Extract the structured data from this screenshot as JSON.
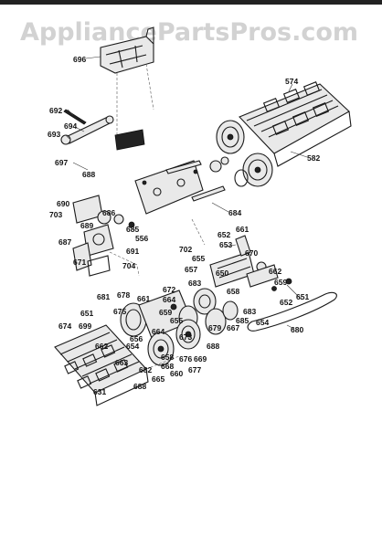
{
  "watermark": "AppliancePartsPros.com",
  "labels": {
    "l696": "696",
    "l574": "574",
    "l692": "692",
    "l694": "694",
    "l693": "693",
    "l697": "697",
    "l688a": "688",
    "l582": "582",
    "l690": "690",
    "l703": "703",
    "l686": "686",
    "l689": "689",
    "l685": "685",
    "l556": "556",
    "l684": "684",
    "l687": "687",
    "l691": "691",
    "l671": "671",
    "l704": "704",
    "l702": "702",
    "l652a": "652",
    "l661a": "661",
    "l653": "653",
    "l670": "670",
    "l655a": "655",
    "l657": "657",
    "l662a": "662",
    "l650": "650",
    "l659a": "659",
    "l652b": "652",
    "l651": "651",
    "l681": "681",
    "l678": "678",
    "l661b": "661",
    "l672": "672",
    "l664a": "664",
    "l683a": "683",
    "l659b": "659",
    "l658": "658",
    "l683b": "683",
    "l685b": "685",
    "l654a": "654",
    "l688b": "688",
    "l680": "680",
    "l674": "674",
    "l651b": "651",
    "l662b": "662",
    "l669": "669",
    "l679": "679",
    "l667": "667",
    "l655b": "655",
    "l664b": "664",
    "l656": "656",
    "l676": "676",
    "l673": "673",
    "l668": "668",
    "l677": "677",
    "l665": "665",
    "l660": "660",
    "l654b": "654",
    "l682b": "682",
    "l658b": "658",
    "l663": "663",
    "l688c": "688",
    "l631": "631",
    "l675": "675",
    "l699": "699"
  }
}
